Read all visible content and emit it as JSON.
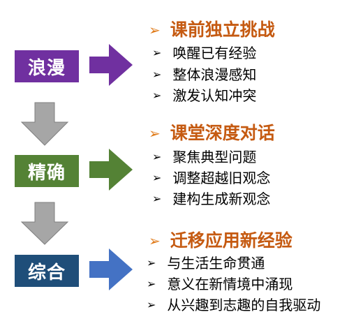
{
  "stages": [
    {
      "label": "浪漫",
      "color": "#7030a0",
      "arrow_color": "#7030a0"
    },
    {
      "label": "精确",
      "color": "#548235",
      "arrow_color": "#548235"
    },
    {
      "label": "综合",
      "color": "#1f4e79",
      "arrow_color": "#4472c4"
    }
  ],
  "down_arrow_color": "#a6a6a6",
  "sections": [
    {
      "heading": "课前独立挑战",
      "bullets": [
        "唤醒已有经验",
        "整体浪漫感知",
        "激发认知冲突"
      ]
    },
    {
      "heading": "课堂深度对话",
      "bullets": [
        "聚焦典型问题",
        "调整超越旧观念",
        "建构生成新观念"
      ]
    },
    {
      "heading": "迁移应用新经验",
      "bullets": [
        "与生活生命贯通",
        "意义在新情境中涌现",
        "从兴趣到志趣的自我驱动"
      ]
    }
  ],
  "markers": {
    "heading": "➢",
    "bullet": "➢"
  }
}
